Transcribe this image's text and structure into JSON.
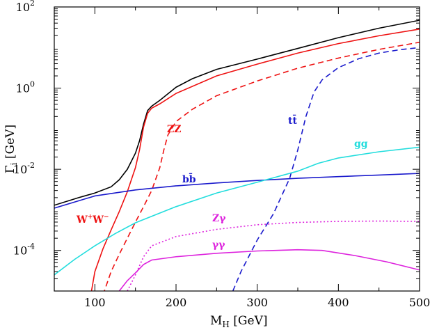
{
  "chart_data": {
    "type": "line",
    "xlabel": "M_H [GeV]",
    "ylabel": "Γ_i [GeV]",
    "xlim": [
      50,
      500
    ],
    "ylim": [
      1e-05,
      100
    ],
    "yscale": "log",
    "x_ticks": [
      100,
      200,
      300,
      400,
      500
    ],
    "y_ticks": [
      {
        "value": 0.0001,
        "base": "10",
        "exp": "-4"
      },
      {
        "value": 0.01,
        "base": "10",
        "exp": "-2"
      },
      {
        "value": 1,
        "base": "10",
        "exp": "0"
      },
      {
        "value": 100,
        "base": "10",
        "exp": "2"
      }
    ],
    "grid": false,
    "series": [
      {
        "color": "#000000",
        "dash": "solid",
        "points": [
          [
            50,
            0.0013
          ],
          [
            80,
            0.002
          ],
          [
            100,
            0.0026
          ],
          [
            120,
            0.0037
          ],
          [
            130,
            0.0055
          ],
          [
            140,
            0.01
          ],
          [
            150,
            0.025
          ],
          [
            155,
            0.05
          ],
          [
            160,
            0.13
          ],
          [
            165,
            0.28
          ],
          [
            170,
            0.36
          ],
          [
            180,
            0.5
          ],
          [
            200,
            1.05
          ],
          [
            220,
            1.7
          ],
          [
            250,
            2.9
          ],
          [
            300,
            5.2
          ],
          [
            350,
            9.5
          ],
          [
            400,
            17.5
          ],
          [
            450,
            30
          ],
          [
            500,
            47
          ]
        ]
      },
      {
        "name": "W⁺W⁻",
        "label": "W⁺W⁻",
        "color": "#ee1111",
        "dash": "solid",
        "points": [
          [
            95,
            8e-06
          ],
          [
            100,
            3e-05
          ],
          [
            110,
            0.00011
          ],
          [
            120,
            0.00032
          ],
          [
            130,
            0.0009
          ],
          [
            140,
            0.0028
          ],
          [
            150,
            0.011
          ],
          [
            155,
            0.03
          ],
          [
            160,
            0.11
          ],
          [
            165,
            0.24
          ],
          [
            170,
            0.32
          ],
          [
            180,
            0.41
          ],
          [
            200,
            0.74
          ],
          [
            250,
            2.0
          ],
          [
            300,
            3.9
          ],
          [
            350,
            7.3
          ],
          [
            400,
            12.5
          ],
          [
            450,
            19.5
          ],
          [
            500,
            28.5
          ]
        ]
      },
      {
        "name": "ZZ",
        "label": "ZZ",
        "color": "#ee1111",
        "dash": "dashed",
        "points": [
          [
            110,
            8e-06
          ],
          [
            120,
            3e-05
          ],
          [
            130,
            8e-05
          ],
          [
            140,
            0.0002
          ],
          [
            150,
            0.0005
          ],
          [
            160,
            0.0012
          ],
          [
            170,
            0.003
          ],
          [
            180,
            0.011
          ],
          [
            185,
            0.03
          ],
          [
            190,
            0.07
          ],
          [
            200,
            0.15
          ],
          [
            220,
            0.3
          ],
          [
            250,
            0.65
          ],
          [
            300,
            1.5
          ],
          [
            350,
            3.1
          ],
          [
            400,
            5.5
          ],
          [
            450,
            9.0
          ],
          [
            500,
            13.5
          ]
        ]
      },
      {
        "name": "bb̄",
        "label": "bb̄",
        "color": "#1a1acc",
        "dash": "solid",
        "points": [
          [
            50,
            0.0011
          ],
          [
            100,
            0.0022
          ],
          [
            150,
            0.0031
          ],
          [
            200,
            0.0039
          ],
          [
            250,
            0.0046
          ],
          [
            300,
            0.0053
          ],
          [
            350,
            0.006
          ],
          [
            400,
            0.0066
          ],
          [
            450,
            0.0072
          ],
          [
            500,
            0.0079
          ]
        ]
      },
      {
        "name": "tt̄",
        "label": "tt̄",
        "color": "#1a1acc",
        "dash": "dashed",
        "points": [
          [
            270,
            1e-05
          ],
          [
            280,
            3e-05
          ],
          [
            300,
            0.00018
          ],
          [
            320,
            0.0008
          ],
          [
            340,
            0.006
          ],
          [
            350,
            0.03
          ],
          [
            360,
            0.2
          ],
          [
            370,
            0.8
          ],
          [
            380,
            1.6
          ],
          [
            400,
            3.2
          ],
          [
            425,
            5.3
          ],
          [
            450,
            7.3
          ],
          [
            475,
            8.8
          ],
          [
            500,
            10
          ]
        ]
      },
      {
        "name": "gg",
        "label": "gg",
        "color": "#22dddd",
        "dash": "solid",
        "points": [
          [
            50,
            2.5e-05
          ],
          [
            75,
            6e-05
          ],
          [
            100,
            0.00013
          ],
          [
            125,
            0.00026
          ],
          [
            150,
            0.00048
          ],
          [
            200,
            0.0012
          ],
          [
            250,
            0.0026
          ],
          [
            300,
            0.0048
          ],
          [
            350,
            0.009
          ],
          [
            375,
            0.014
          ],
          [
            400,
            0.019
          ],
          [
            450,
            0.027
          ],
          [
            500,
            0.035
          ]
        ]
      },
      {
        "name": "Zγ",
        "label": "Zγ",
        "color": "#dd22dd",
        "dash": "dotted",
        "points": [
          [
            140,
            1e-05
          ],
          [
            150,
            2.5e-05
          ],
          [
            160,
            7e-05
          ],
          [
            170,
            0.00013
          ],
          [
            200,
            0.00022
          ],
          [
            250,
            0.00033
          ],
          [
            300,
            0.00043
          ],
          [
            350,
            0.00049
          ],
          [
            400,
            0.00052
          ],
          [
            450,
            0.00053
          ],
          [
            500,
            0.00052
          ]
        ]
      },
      {
        "name": "γγ",
        "label": "γγ",
        "color": "#dd22dd",
        "dash": "solid",
        "points": [
          [
            130,
            1e-05
          ],
          [
            140,
            1.8e-05
          ],
          [
            150,
            2.8e-05
          ],
          [
            160,
            4.5e-05
          ],
          [
            170,
            5.8e-05
          ],
          [
            200,
            7e-05
          ],
          [
            250,
            8.5e-05
          ],
          [
            300,
            9.7e-05
          ],
          [
            350,
            0.000104
          ],
          [
            380,
            0.0001
          ],
          [
            420,
            7.5e-05
          ],
          [
            460,
            5.2e-05
          ],
          [
            500,
            3.3e-05
          ]
        ]
      }
    ]
  }
}
